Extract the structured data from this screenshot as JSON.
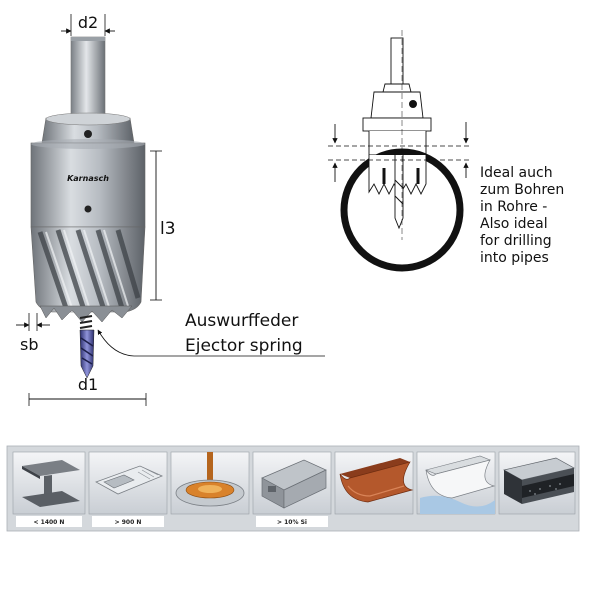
{
  "cutter": {
    "brand": "Karnasch",
    "label_d2": "d2",
    "label_l3": "l3",
    "label_sb": "sb",
    "label_d1": "d1"
  },
  "ejector": {
    "line1": "Auswurffeder",
    "line2": "Ejector spring"
  },
  "pipe_note": {
    "lines": [
      "Ideal auch",
      "zum Bohren",
      "in Rohre -",
      "Also ideal",
      "for drilling",
      "into pipes"
    ]
  },
  "materials": [
    {
      "icon": "steel-beam-icon",
      "caption": "< 1400 N"
    },
    {
      "icon": "steel-sink-icon",
      "caption": "> 900 N"
    },
    {
      "icon": "cooling-lubricant-icon",
      "caption": ""
    },
    {
      "icon": "aluminium-profile-icon",
      "caption": "> 10% Si"
    },
    {
      "icon": "copper-gutter-icon",
      "caption": ""
    },
    {
      "icon": "plastic-gutter-icon",
      "caption": ""
    },
    {
      "icon": "sandwich-panel-icon",
      "caption": ""
    }
  ]
}
